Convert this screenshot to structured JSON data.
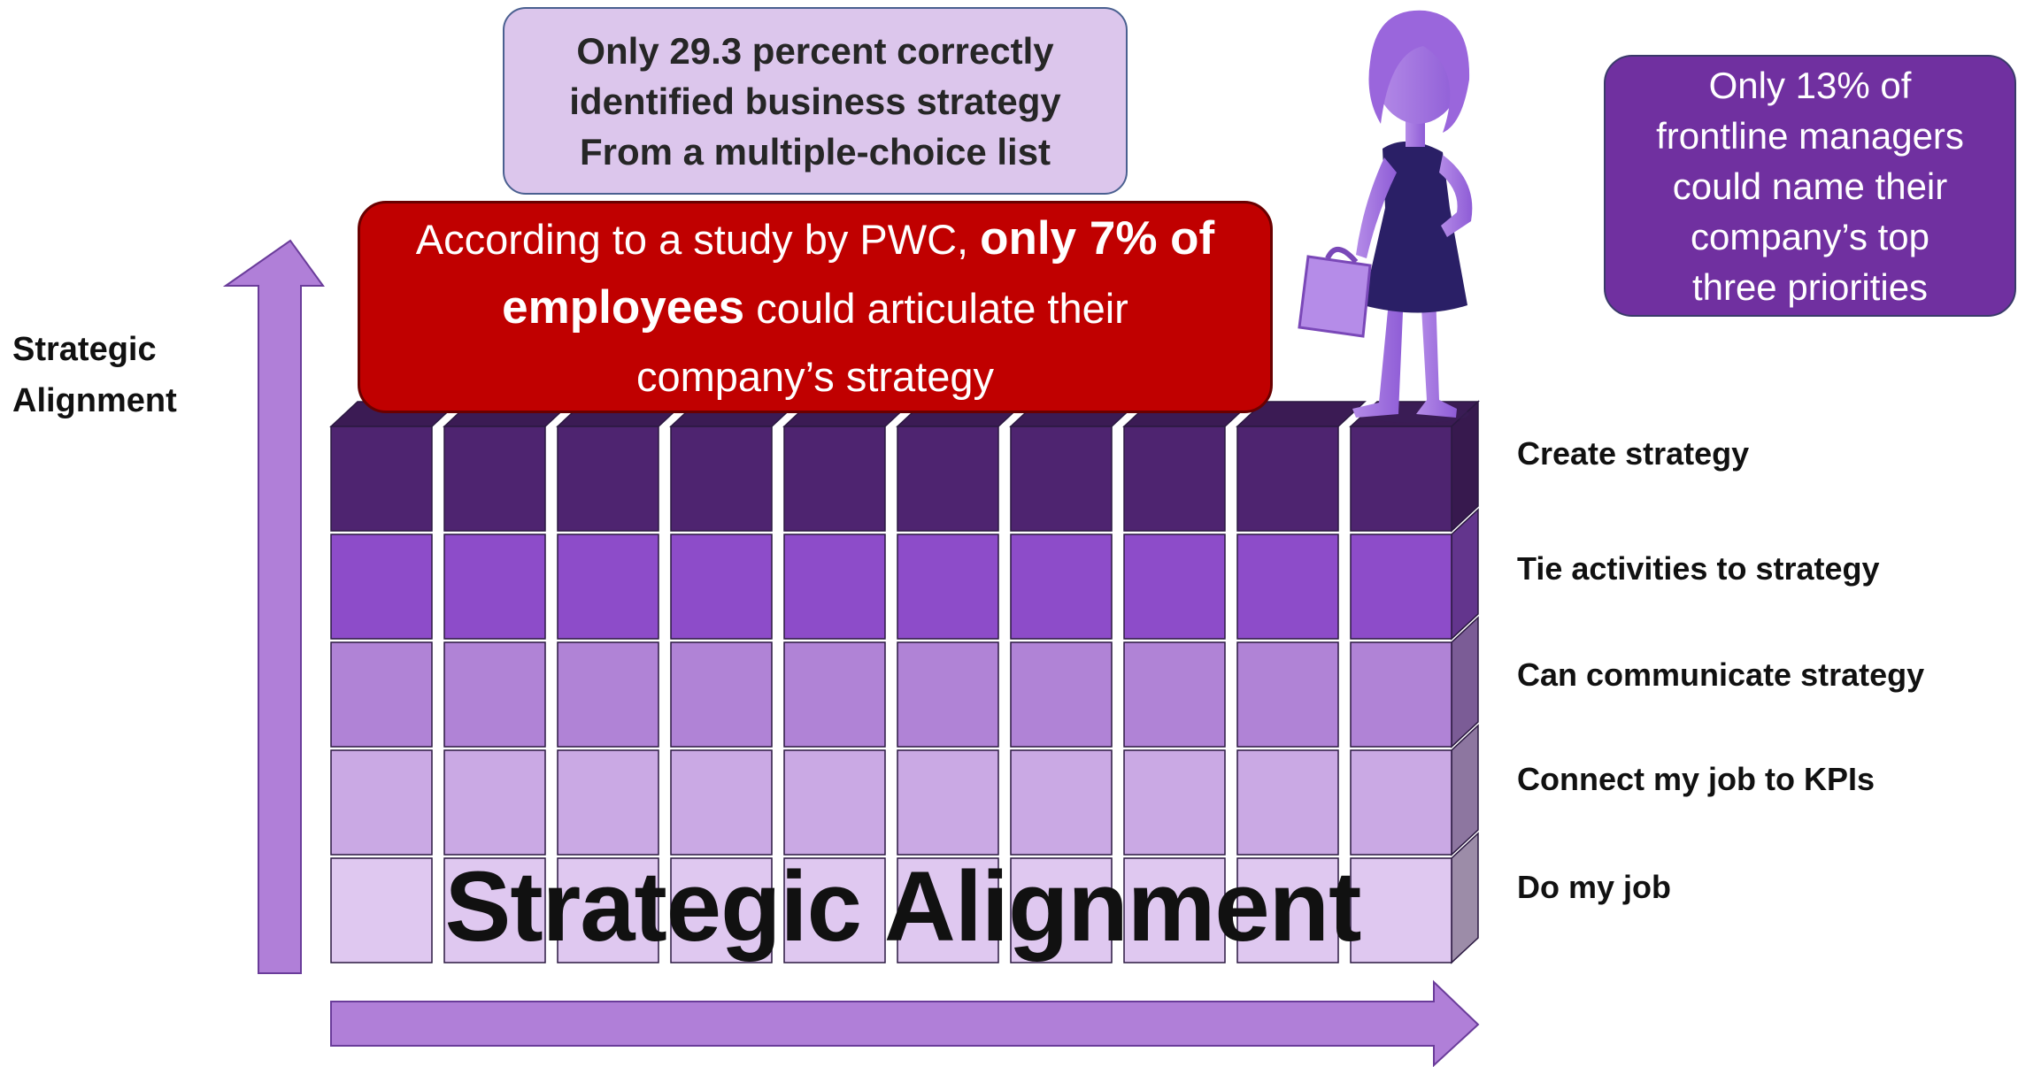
{
  "top_box": {
    "lines": [
      "Only 29.3 percent correctly",
      "identified business strategy",
      "From a multiple-choice list"
    ]
  },
  "study_box": {
    "line1_plain": "According to a study by PWC, ",
    "line1_bold": "only 7% of",
    "line2_bold": "employees",
    "line2_plain": " could articulate their",
    "line3": "company’s strategy"
  },
  "managers_box": {
    "lines": [
      "Only 13% of",
      "frontline managers",
      "could name their",
      "company’s top",
      "three priorities"
    ]
  },
  "y_axis_label": {
    "line1": "Strategic",
    "line2": "Alignment"
  },
  "levels": [
    "Create strategy",
    "Tie activities to strategy",
    "Can communicate strategy",
    "Connect my job to KPIs",
    "Do my job"
  ],
  "wall_title": "Strategic Alignment",
  "colors": {
    "arrow": "#b07fd8",
    "row_create": "#4e2470",
    "row_tie": "#8d4cc9",
    "row_communicate": "#b083d6",
    "row_connect": "#caa9e4",
    "row_job": "#dfc8f0",
    "study_box": "#c00000",
    "managers_box": "#7030a0",
    "top_box": "#dcc6ec"
  },
  "figure_icon": "businesswoman-with-briefcase-icon",
  "wall": {
    "columns": 10,
    "rows": 5
  }
}
